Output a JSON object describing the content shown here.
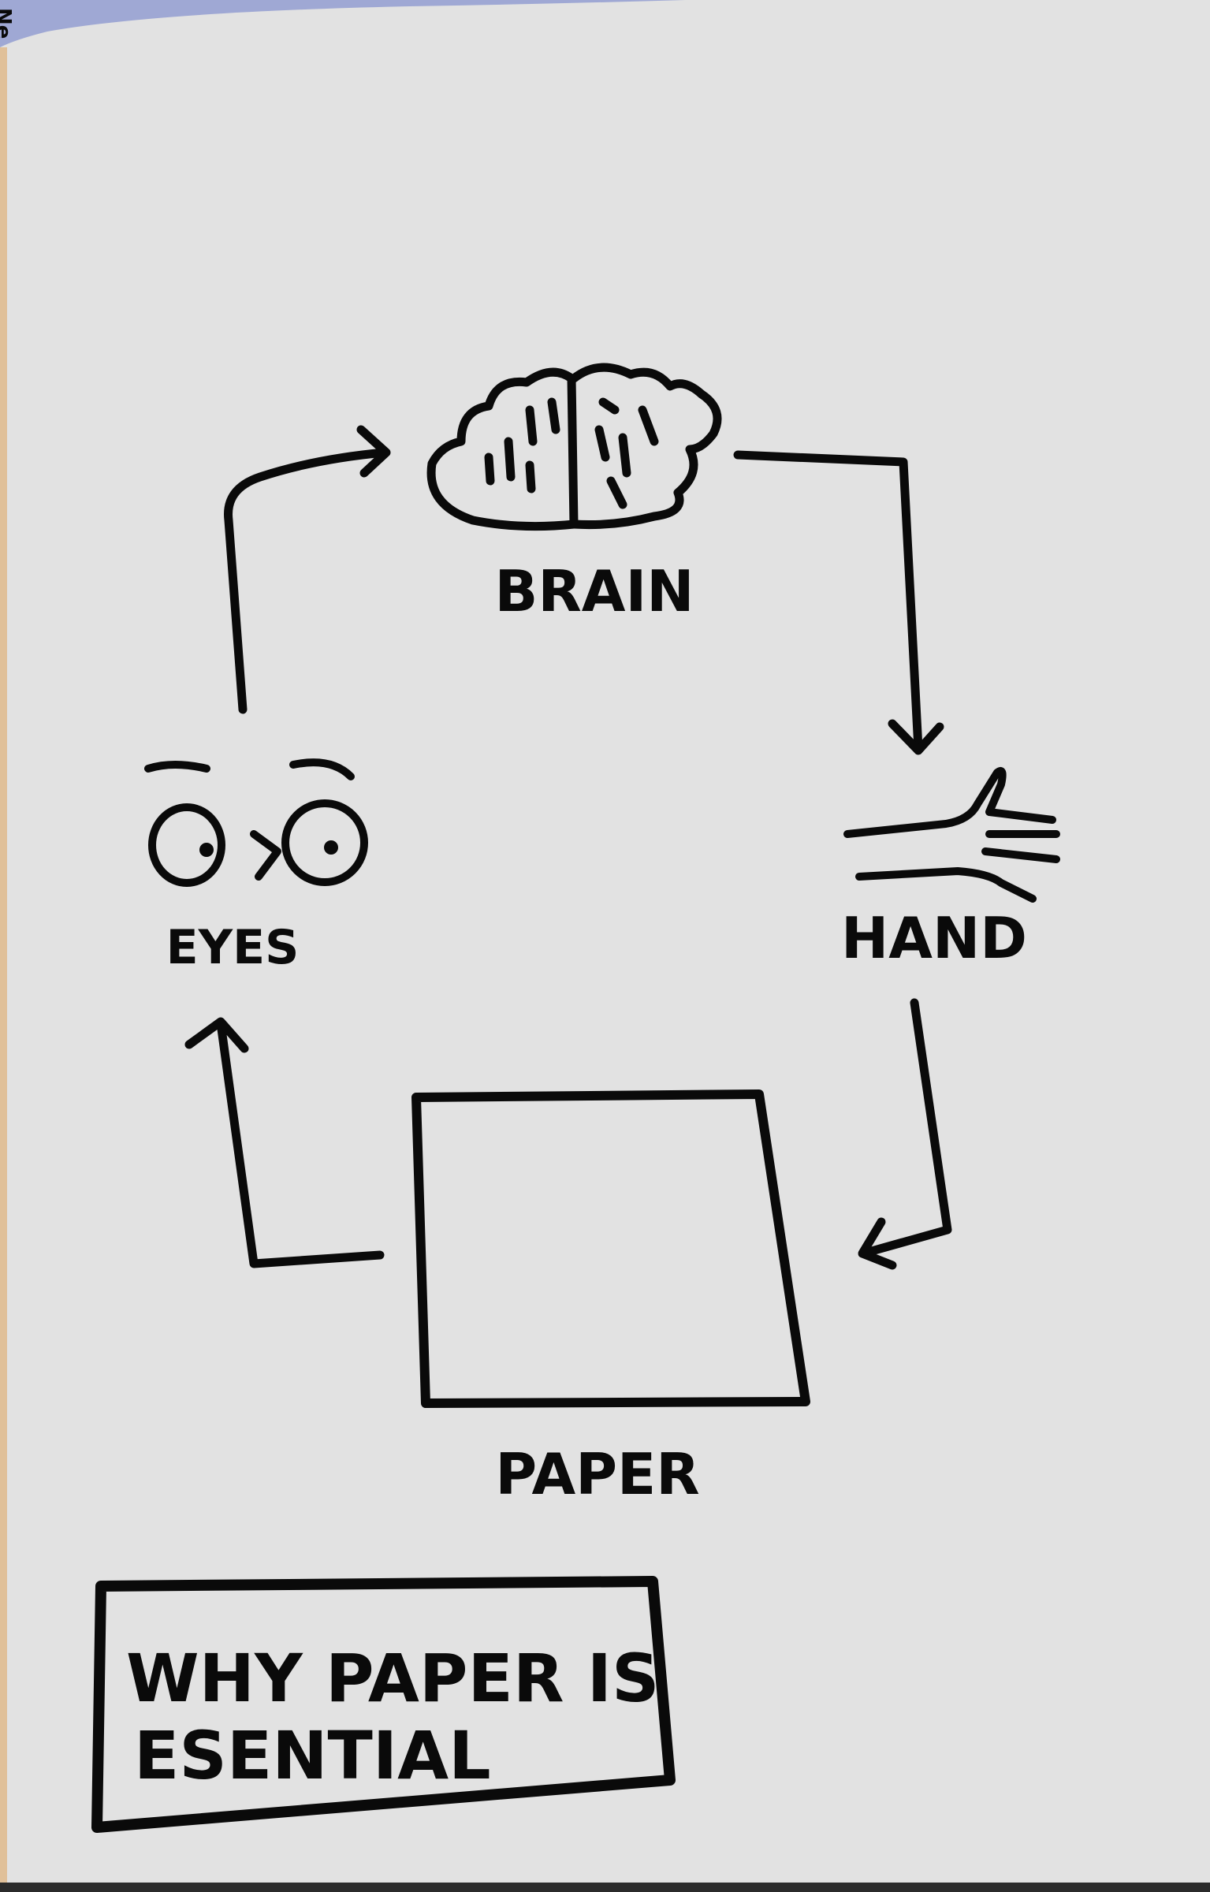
{
  "corner_text": "Ne",
  "nodes": {
    "brain": {
      "label": "BRAIN"
    },
    "hand": {
      "label": "HAND"
    },
    "paper": {
      "label": "PAPER"
    },
    "eyes": {
      "label": "EYES"
    }
  },
  "cycle_order": [
    "EYES",
    "BRAIN",
    "HAND",
    "PAPER"
  ],
  "title_box": {
    "line1": "WHY PAPER IS",
    "line2": "ESENTIAL"
  },
  "colors": {
    "paper": "#e2e2e2",
    "ink": "#0a0a0a",
    "corner_blue": "#9fa8d4",
    "edge_orange": "#e0b27a"
  }
}
